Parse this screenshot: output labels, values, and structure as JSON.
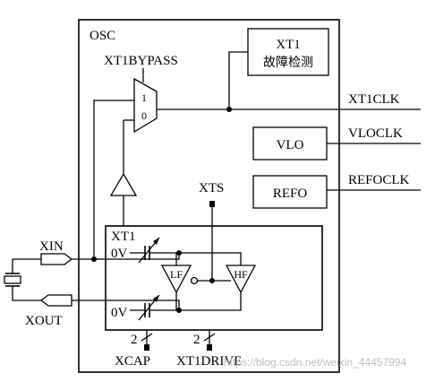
{
  "labels": {
    "osc": "OSC",
    "xt1bypass": "XT1BYPASS",
    "fault_line1": "XT1",
    "fault_line2": "故障检测",
    "mux_in1": "1",
    "mux_in0": "0",
    "xt1clk": "XT1CLK",
    "vlo": "VLO",
    "vloclk": "VLOCLK",
    "refo": "REFO",
    "refoclk": "REFOCLK",
    "xts": "XTS",
    "xt1": "XT1",
    "ov_top": "0V",
    "ov_bottom": "0V",
    "lf": "LF",
    "hf": "HF",
    "xin": "XIN",
    "xout": "XOUT",
    "bus_width_xcap": "2",
    "bus_width_drive": "2",
    "xcap": "XCAP",
    "xt1drive": "XT1DRIVE",
    "watermark": "https://blog.csdn.net/weixin_44457994"
  }
}
